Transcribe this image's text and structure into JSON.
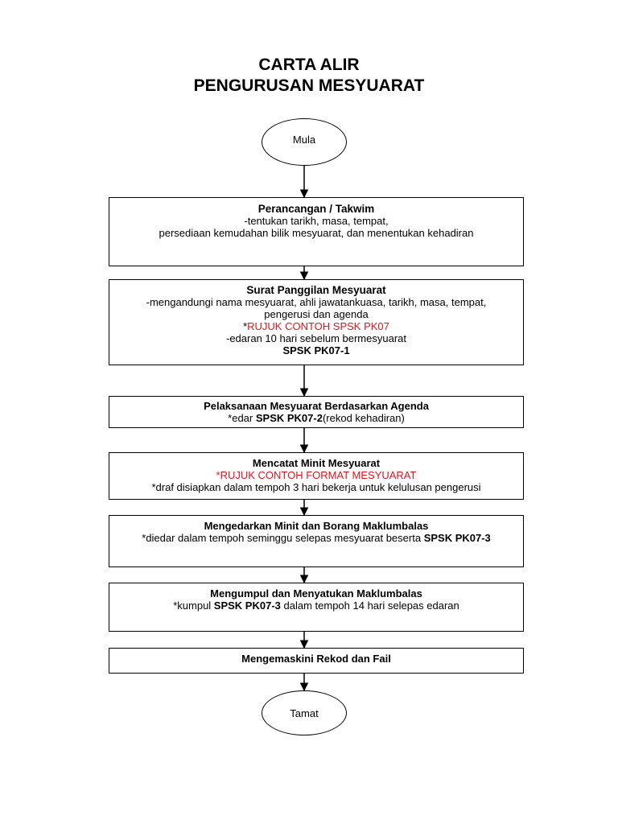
{
  "title": {
    "line1": "CARTA ALIR",
    "line2": "PENGURUSAN MESYUARAT"
  },
  "start": "Mula",
  "end": "Tamat",
  "steps": [
    {
      "heading": "Perancangan / Takwim",
      "line1": "-tentukan tarikh, masa, tempat,",
      "line2": "persediaan kemudahan bilik mesyuarat, dan menentukan  kehadiran"
    },
    {
      "heading": "Surat Panggilan Mesyuarat",
      "line1": "-mengandungi nama mesyuarat, ahli jawatankuasa, tarikh, masa, tempat,",
      "line2": "pengerusi dan agenda",
      "ref_prefix": "*",
      "ref": "RUJUK CONTOH SPSK PK07",
      "line3": "-edaran 10 hari sebelum bermesyuarat",
      "form": "SPSK PK07-1"
    },
    {
      "heading": "Pelaksanaan Mesyuarat Berdasarkan Agenda",
      "pre": "*edar ",
      "form": "SPSK PK07-2",
      "post": "(rekod kehadiran)"
    },
    {
      "heading": "Mencatat Minit Mesyuarat",
      "ref": "*RUJUK CONTOH FORMAT MESYUARAT",
      "line1": "*draf disiapkan dalam tempoh 3 hari bekerja untuk kelulusan pengerusi"
    },
    {
      "heading": "Mengedarkan Minit dan Borang Maklumbalas",
      "pre": "*diedar dalam tempoh seminggu selepas mesyuarat beserta ",
      "form": "SPSK PK07-3"
    },
    {
      "heading": "Mengumpul dan Menyatukan Maklumbalas",
      "pre": "*kumpul ",
      "form": "SPSK PK07-3",
      "post": " dalam tempoh 14 hari selepas edaran"
    },
    {
      "heading": "Mengemaskini Rekod dan Fail"
    }
  ],
  "colors": {
    "reference_text": "#e8121b",
    "line": "#000000"
  }
}
